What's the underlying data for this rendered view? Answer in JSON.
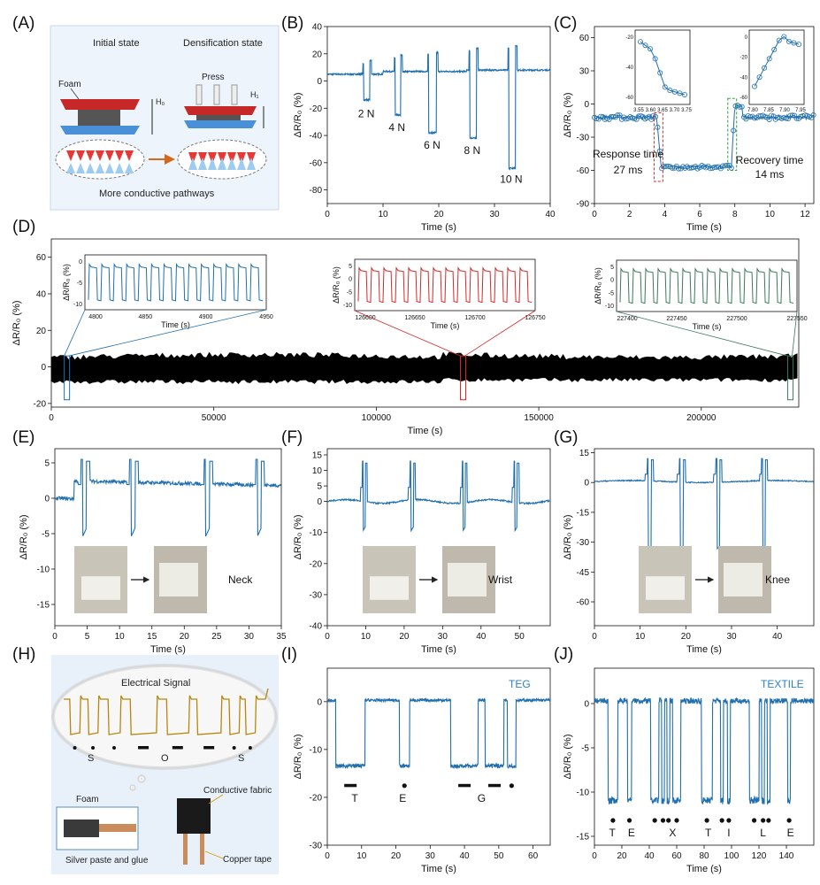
{
  "colors": {
    "signal": "#1f6fb0",
    "red_trace": "#d62728",
    "green_trace": "#3a7a5a",
    "gold_trace": "#b8860b",
    "dense": "#000000",
    "text_blue": "#2a7fc0"
  },
  "panel_labels": {
    "A": "(A)",
    "B": "(B)",
    "C": "(C)",
    "D": "(D)",
    "E": "(E)",
    "F": "(F)",
    "G": "(G)",
    "H": "(H)",
    "I": "(I)",
    "J": "(J)"
  },
  "ylabel": "ΔR/R₀ (%)",
  "xlabel": "Time (s)",
  "schematic_a": {
    "initial": "Initial state",
    "densification": "Densification state",
    "foam": "Foam",
    "press": "Press",
    "h0": "H₀",
    "h1": "H₁",
    "caption": "More conductive pathways"
  },
  "schematic_h": {
    "title": "Electrical Signal",
    "letters": [
      "S",
      "O",
      "S"
    ],
    "foam": "Foam",
    "silver": "Silver paste and glue",
    "fabric": "Conductive fabric",
    "copper": "Copper tape"
  },
  "chart_data": [
    {
      "id": "B",
      "type": "line",
      "xlim": [
        0,
        40
      ],
      "ylim": [
        -90,
        40
      ],
      "xticks": [
        0,
        10,
        20,
        30,
        40
      ],
      "yticks": [
        40,
        20,
        0,
        -20,
        -40,
        -60,
        -80
      ],
      "annotations": [
        {
          "text": "2 N",
          "x": 7,
          "y": -15
        },
        {
          "text": "4 N",
          "x": 12.5,
          "y": -25
        },
        {
          "text": "6 N",
          "x": 18.8,
          "y": -38
        },
        {
          "text": "8 N",
          "x": 26,
          "y": -42
        },
        {
          "text": "10 N",
          "x": 33,
          "y": -63
        }
      ]
    },
    {
      "id": "C",
      "type": "line",
      "xlim": [
        0,
        12.5
      ],
      "ylim": [
        -90,
        70
      ],
      "xticks": [
        0,
        2,
        4,
        6,
        8,
        10,
        12
      ],
      "yticks": [
        60,
        30,
        0,
        -30,
        -60,
        -90
      ],
      "response_label": "Response time",
      "response_value": "27 ms",
      "recovery_label": "Recovery time",
      "recovery_value": "14 ms",
      "inset_left": {
        "xticks": [
          "3.55",
          "3.60",
          "3.65",
          "3.70",
          "3.75"
        ],
        "yticks": [
          "-20",
          "-40",
          "-60"
        ]
      },
      "inset_right": {
        "xticks": [
          "7.80",
          "7.85",
          "7.90",
          "7.95"
        ],
        "yticks": [
          "0",
          "-20",
          "-40",
          "-60"
        ]
      }
    },
    {
      "id": "D",
      "type": "line",
      "xlim": [
        0,
        230000
      ],
      "ylim": [
        -22,
        70
      ],
      "xticks": [
        0,
        50000,
        100000,
        150000,
        200000
      ],
      "yticks": [
        60,
        40,
        20,
        0,
        -20
      ],
      "inset1": {
        "xticks": [
          "4800",
          "4850",
          "4900",
          "4950"
        ],
        "yticks": [
          "0",
          "-5",
          "-10"
        ]
      },
      "inset2": {
        "xticks": [
          "126600",
          "126650",
          "126700",
          "126750"
        ],
        "yticks": [
          "5",
          "0",
          "-5",
          "-10"
        ]
      },
      "inset3": {
        "xticks": [
          "227400",
          "227450",
          "227500",
          "227550"
        ],
        "yticks": [
          "5",
          "0",
          "-5",
          "-10"
        ]
      },
      "inset_xlabel": "Time (s)"
    },
    {
      "id": "E",
      "type": "line",
      "xlim": [
        0,
        35
      ],
      "ylim": [
        -18,
        7
      ],
      "xticks": [
        0,
        5,
        10,
        15,
        20,
        25,
        30,
        35
      ],
      "yticks": [
        5,
        0,
        -5,
        -10,
        -15
      ],
      "label": "Neck"
    },
    {
      "id": "F",
      "type": "line",
      "xlim": [
        0,
        58
      ],
      "ylim": [
        -40,
        17
      ],
      "xticks": [
        0,
        10,
        20,
        30,
        40,
        50
      ],
      "yticks": [
        15,
        10,
        5,
        0,
        -10,
        -20,
        -30,
        -40
      ],
      "label": "Wrist"
    },
    {
      "id": "G",
      "type": "line",
      "xlim": [
        0,
        48
      ],
      "ylim": [
        -72,
        17
      ],
      "xticks": [
        0,
        10,
        20,
        30,
        40
      ],
      "yticks": [
        15,
        0,
        -15,
        -30,
        -45,
        -60
      ],
      "label": "Knee"
    },
    {
      "id": "I",
      "type": "line",
      "xlim": [
        0,
        65
      ],
      "ylim": [
        -30,
        7
      ],
      "xticks": [
        0,
        10,
        20,
        30,
        40,
        50,
        60
      ],
      "yticks": [
        0,
        -10,
        -20,
        -30
      ],
      "title": "TEG",
      "letters": [
        {
          "t": "T",
          "x": 8
        },
        {
          "t": "E",
          "x": 22
        },
        {
          "t": "G",
          "x": 45
        }
      ]
    },
    {
      "id": "J",
      "type": "line",
      "xlim": [
        0,
        160
      ],
      "ylim": [
        -16,
        4
      ],
      "xticks": [
        0,
        20,
        40,
        60,
        80,
        100,
        120,
        140
      ],
      "yticks": [
        0,
        -5,
        -10,
        -15
      ],
      "title": "TEXTILE",
      "letters": [
        {
          "t": "T",
          "x": 13
        },
        {
          "t": "E",
          "x": 27
        },
        {
          "t": "X",
          "x": 57
        },
        {
          "t": "T",
          "x": 83
        },
        {
          "t": "I",
          "x": 98
        },
        {
          "t": "L",
          "x": 123
        },
        {
          "t": "E",
          "x": 143
        }
      ]
    }
  ]
}
